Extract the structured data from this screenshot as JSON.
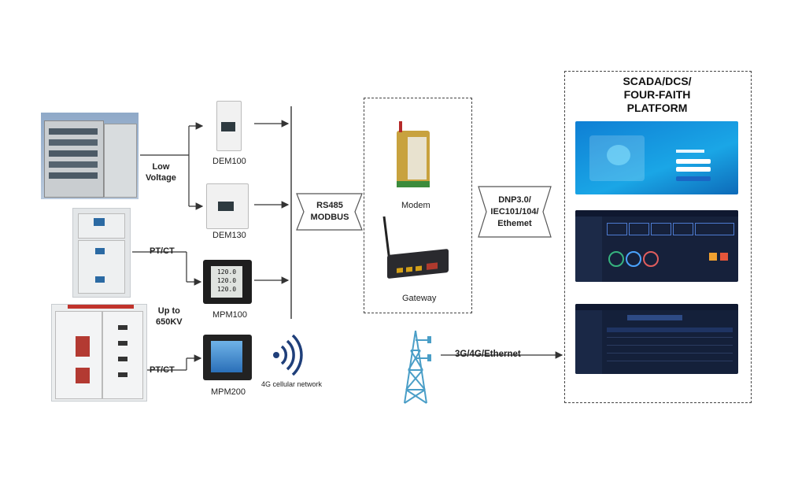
{
  "labels": {
    "low_voltage": "Low\nVoltage",
    "pt_ct_1": "PT/CT",
    "pt_ct_2": "PT/CT",
    "up_to": "Up to\n650KV",
    "dem100": "DEM100",
    "dem130": "DEM130",
    "mpm100": "MPM100",
    "mpm200": "MPM200",
    "cellular": "4G cellular network",
    "rs485": "RS485\nMODBUS",
    "modem": "Modem",
    "gateway": "Gateway",
    "protocols": "DNP3.0/\nIEC101/104/\nEthemet",
    "wan": "3G/4G/Ethernet",
    "platform_title": "SCADA/DCS/\nFOUR-FAITH\nPLATFORM"
  },
  "meters": {
    "mpm100_readings": [
      "120.0",
      "120.0",
      "120.0"
    ]
  },
  "colors": {
    "line": "#333333",
    "dashed_border": "#444444",
    "screen_blue": "#1296db",
    "dashboard_dark": "#1a2540",
    "wifi_icon": "#1f3f7a",
    "tower": "#4a9ec7"
  }
}
